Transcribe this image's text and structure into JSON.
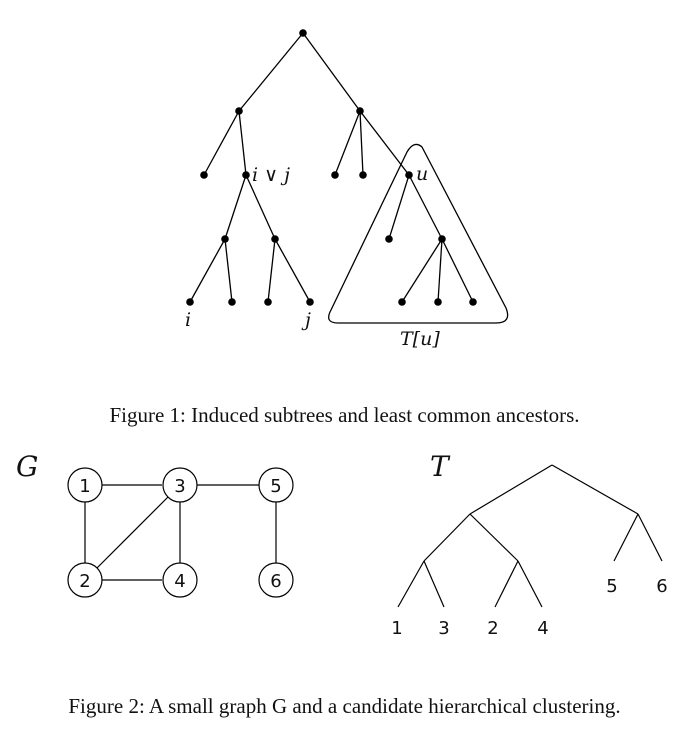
{
  "figure1": {
    "caption": "Figure 1: Induced subtrees and least common ancestors.",
    "labels": {
      "lca": "i ∨ j",
      "u": "u",
      "i": "i",
      "j": "j",
      "subtree": "T[u]"
    }
  },
  "figure2": {
    "caption": "Figure 2: A small graph G and a candidate hierarchical clustering.",
    "graph_label": "G",
    "tree_label": "T",
    "graph_nodes": [
      "1",
      "2",
      "3",
      "4",
      "5",
      "6"
    ],
    "graph_edges": [
      [
        "1",
        "3"
      ],
      [
        "1",
        "2"
      ],
      [
        "2",
        "3"
      ],
      [
        "2",
        "4"
      ],
      [
        "3",
        "4"
      ],
      [
        "3",
        "5"
      ],
      [
        "5",
        "6"
      ]
    ],
    "tree_leaves": [
      "1",
      "3",
      "2",
      "4",
      "5",
      "6"
    ]
  }
}
